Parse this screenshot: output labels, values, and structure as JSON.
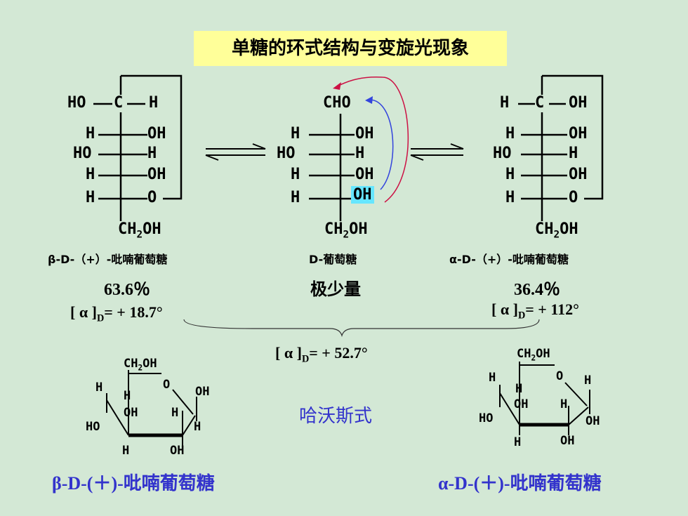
{
  "title": "单糖的环式结构与变旋光现象",
  "beta_fischer": {
    "top_left": "HO",
    "top_c": "C",
    "top_right": "H",
    "rows": [
      {
        "l": "H",
        "r": "OH"
      },
      {
        "l": "HO",
        "r": "H"
      },
      {
        "l": "H",
        "r": "OH"
      },
      {
        "l": "H",
        "r": "O"
      }
    ],
    "bottom": "CH2OH",
    "name": "β-D-（+）-吡喃葡萄糖"
  },
  "open_chain": {
    "top": "CHO",
    "rows": [
      {
        "l": "H",
        "r": "OH"
      },
      {
        "l": "HO",
        "r": "H"
      },
      {
        "l": "H",
        "r": "OH"
      },
      {
        "l": "H",
        "r": "OH"
      }
    ],
    "bottom": "CH2OH",
    "name": "D-葡萄糖"
  },
  "alpha_fischer": {
    "top_left": "H",
    "top_c": "C",
    "top_right": "OH",
    "rows": [
      {
        "l": "H",
        "r": "OH"
      },
      {
        "l": "HO",
        "r": "H"
      },
      {
        "l": "H",
        "r": "OH"
      },
      {
        "l": "H",
        "r": "O"
      }
    ],
    "bottom": "CH2OH",
    "name": "α-D-（+）-吡喃葡萄糖"
  },
  "percent_beta": "63.6％",
  "percent_open": "极少量",
  "percent_alpha": "36.4％",
  "rot_beta": "[ α ]D= + 18.7°",
  "rot_alpha": "[ α ]D= + 112°",
  "rot_mix": "[ α ]D= + 52.7°",
  "haworth_label": "哈沃斯式",
  "haworth_beta": {
    "ch2oh": "CH2OH",
    "ring_o": "O",
    "h_c5": "H",
    "h_c4_up": "H",
    "oh_c1": "OH",
    "oh_c4": "OH",
    "h_c2": "H",
    "ho_c4": "HO",
    "h_c1": "H",
    "h_bottom": "H",
    "oh_bottom": "OH",
    "name": "β-D-(＋)-吡喃葡萄糖"
  },
  "haworth_alpha": {
    "ch2oh": "CH2OH",
    "ring_o": "O",
    "h_c5": "H",
    "h_c4_up": "H",
    "h_c1": "H",
    "oh_c4": "OH",
    "h_c2": "H",
    "ho_c4": "HO",
    "oh_c1": "OH",
    "h_bottom": "H",
    "oh_bottom": "OH",
    "name": "α-D-(＋)-吡喃葡萄糖"
  },
  "colors": {
    "background": "#d3e8d5",
    "title_bg": "#ffff99",
    "label_blue": "#3333cc",
    "highlight": "#66e6ff",
    "arrow_red": "#cc1144",
    "arrow_blue": "#3344dd"
  }
}
